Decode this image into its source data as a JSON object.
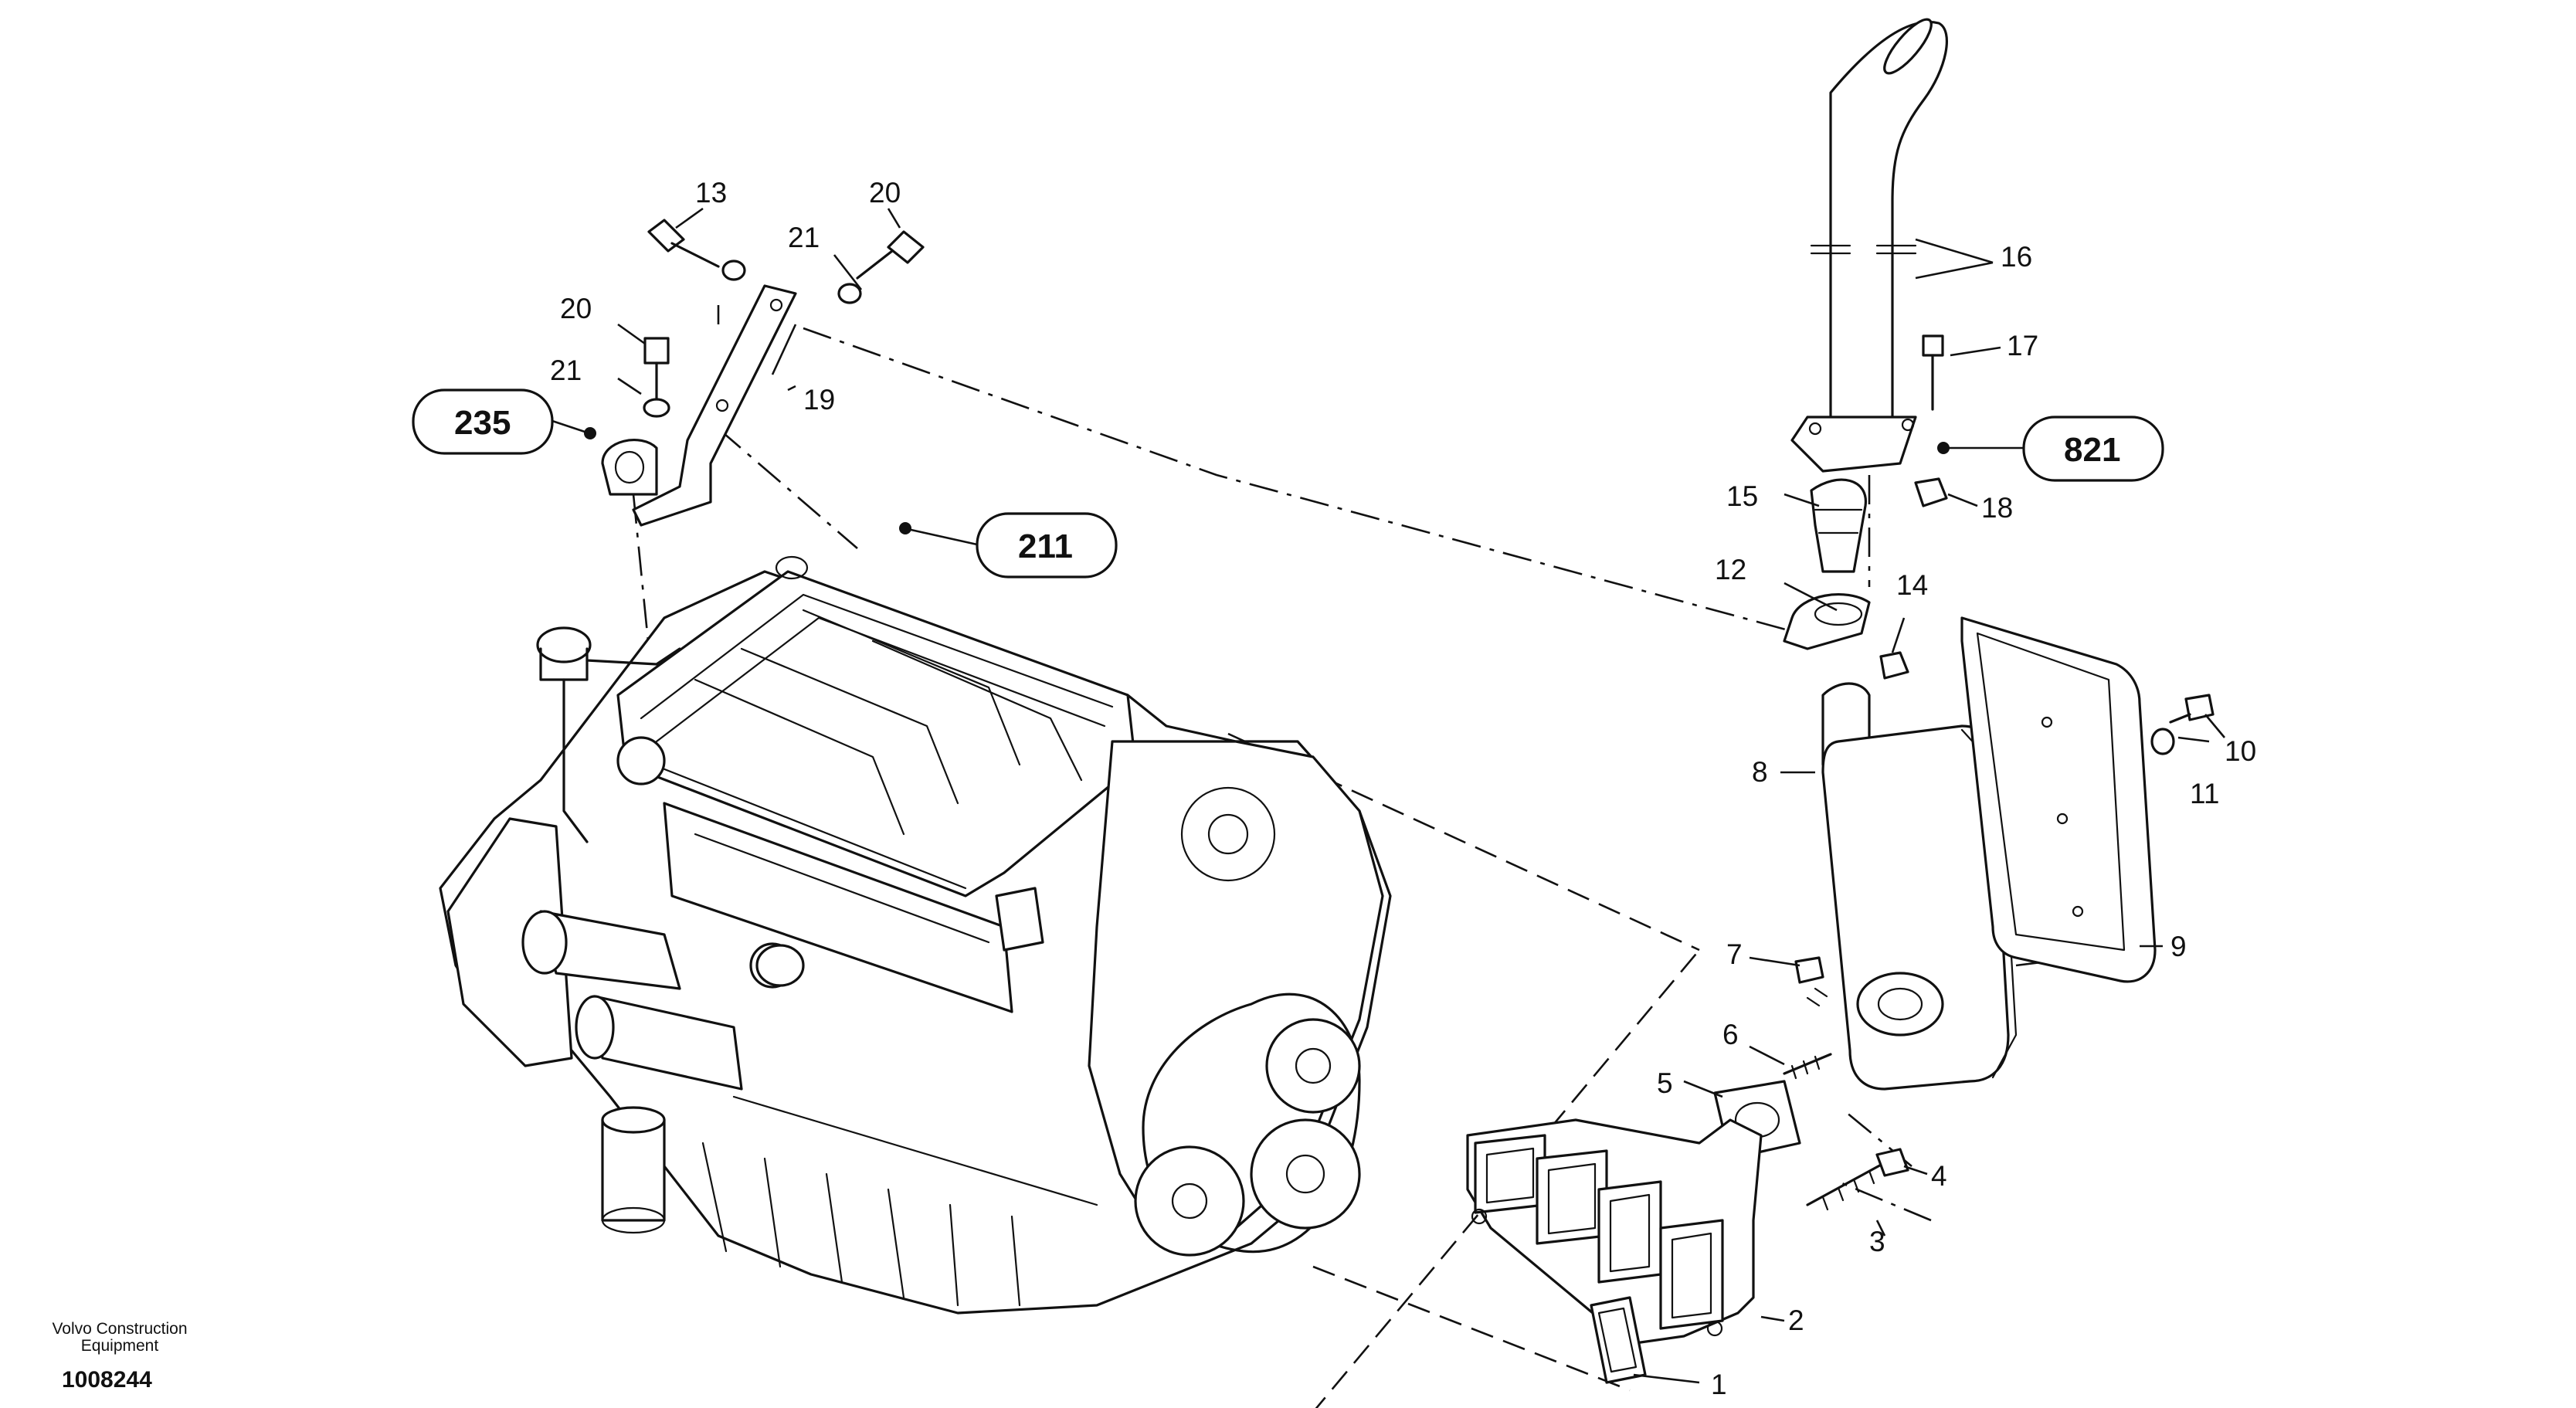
{
  "footer": {
    "brand_line1": "Volvo Construction",
    "brand_line2": "Equipment",
    "doc_number": "1008244"
  },
  "reference_callouts": [
    "235",
    "211",
    "821"
  ],
  "part_callouts": [
    "1",
    "2",
    "3",
    "4",
    "5",
    "6",
    "7",
    "8",
    "9",
    "10",
    "11",
    "12",
    "13",
    "14",
    "15",
    "16",
    "17",
    "18",
    "19",
    "20",
    "20",
    "21",
    "21"
  ]
}
